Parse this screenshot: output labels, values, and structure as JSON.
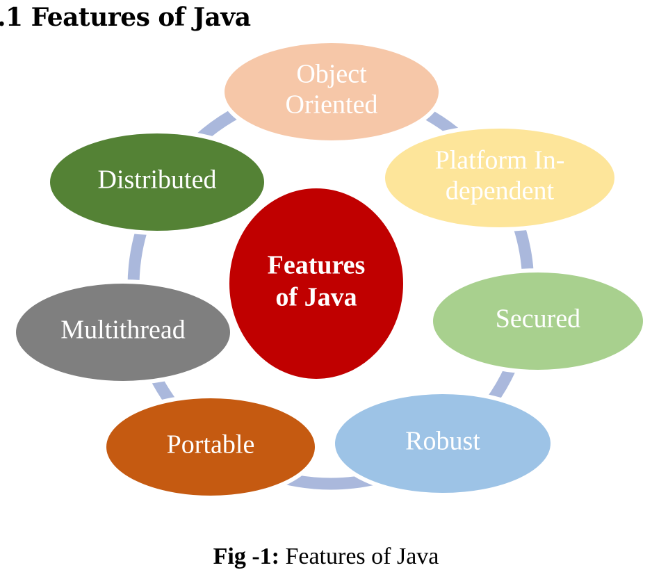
{
  "heading": ".1 Features of Java",
  "diagram": {
    "ring_color": "#aab8dc",
    "center": {
      "label_lines": [
        "Features",
        "of Java"
      ],
      "color": "#c00000"
    },
    "nodes": [
      {
        "id": "object-oriented",
        "label_lines": [
          "Object",
          "Oriented"
        ],
        "color": "#f6c7a8"
      },
      {
        "id": "platform-independent",
        "label_lines": [
          "Platform In-",
          "dependent"
        ],
        "color": "#fde59a"
      },
      {
        "id": "secured",
        "label_lines": [
          "Secured"
        ],
        "color": "#a8d08e"
      },
      {
        "id": "robust",
        "label_lines": [
          "Robust"
        ],
        "color": "#9dc3e6"
      },
      {
        "id": "portable",
        "label_lines": [
          "Portable"
        ],
        "color": "#c55a11"
      },
      {
        "id": "multithread",
        "label_lines": [
          "Multithread"
        ],
        "color": "#7f7f7f"
      },
      {
        "id": "distributed",
        "label_lines": [
          "Distributed"
        ],
        "color": "#548235"
      }
    ]
  },
  "caption": {
    "fig_label": "Fig -1:",
    "text": " Features of Java"
  }
}
